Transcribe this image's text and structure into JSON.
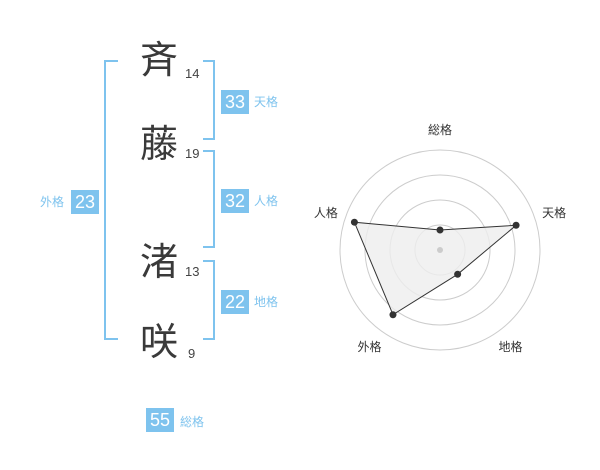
{
  "name": {
    "chars": [
      {
        "char": "斉",
        "strokes": "14"
      },
      {
        "char": "藤",
        "strokes": "19"
      },
      {
        "char": "渚",
        "strokes": "13"
      },
      {
        "char": "咲",
        "strokes": "9"
      }
    ]
  },
  "scores": {
    "tenkaku": {
      "value": "33",
      "label": "天格"
    },
    "jinkaku": {
      "value": "32",
      "label": "人格"
    },
    "chikaku": {
      "value": "22",
      "label": "地格"
    },
    "gaikaku": {
      "value": "23",
      "label": "外格"
    },
    "soukaku": {
      "value": "55",
      "label": "総格"
    }
  },
  "colors": {
    "accent": "#7ec3ee",
    "grid": "#cccccc",
    "fill": "#eeeeee",
    "point": "#333333"
  },
  "chart_data": {
    "type": "radar",
    "axes": [
      "総格",
      "天格",
      "地格",
      "外格",
      "人格"
    ],
    "max": 5,
    "values": [
      1,
      4,
      1.5,
      4,
      4.5
    ],
    "rings": 4
  }
}
